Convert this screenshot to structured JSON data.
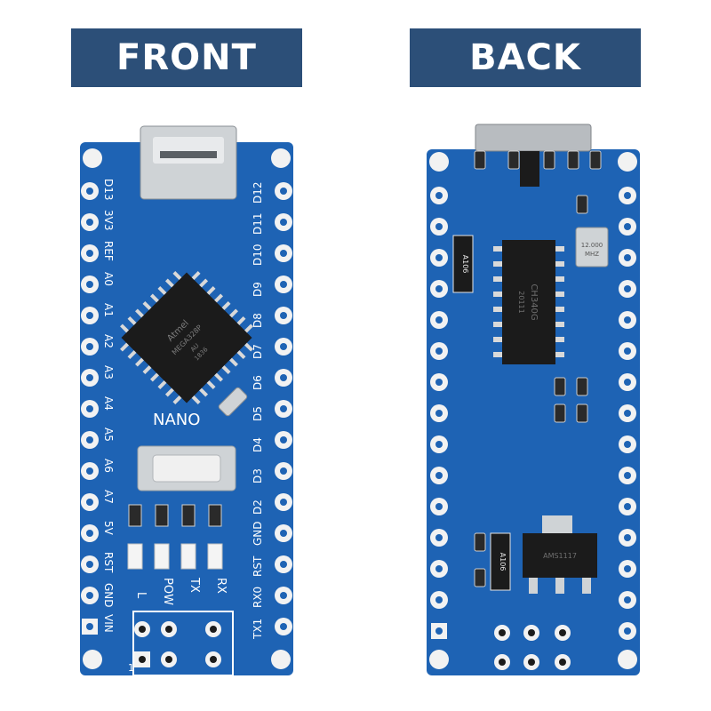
{
  "banners": {
    "front": "FRONT",
    "back": "BACK"
  },
  "colors": {
    "banner": "#2c4f78",
    "pcb": "#1e63b4",
    "pcb_dark": "#174f93",
    "pad": "#f2f2f2",
    "chip": "#1b1b1b"
  },
  "front": {
    "left_pins": [
      "D13",
      "3V3",
      "REF",
      "A0",
      "A1",
      "A2",
      "A3",
      "A4",
      "A5",
      "A6",
      "A7",
      "5V",
      "RST",
      "GND",
      "VIN"
    ],
    "right_pins": [
      "D12",
      "D11",
      "D10",
      "D9",
      "D8",
      "D7",
      "D6",
      "D5",
      "D4",
      "D3",
      "D2",
      "GND",
      "RST",
      "RX0",
      "TX1"
    ],
    "board_label": "NANO",
    "led_labels": [
      "L",
      "POW",
      "TX",
      "RX"
    ],
    "icsp_pin1": "1",
    "chip_text": [
      "Atmel",
      "MEGA328P",
      "AU",
      "1836"
    ]
  },
  "back": {
    "chip_text": [
      "CH340G",
      "20111"
    ],
    "crystal_text": [
      "12.000",
      "MHZ"
    ],
    "diode_labels": [
      "A106",
      "A106"
    ],
    "regulator_text": "AMS1117"
  }
}
